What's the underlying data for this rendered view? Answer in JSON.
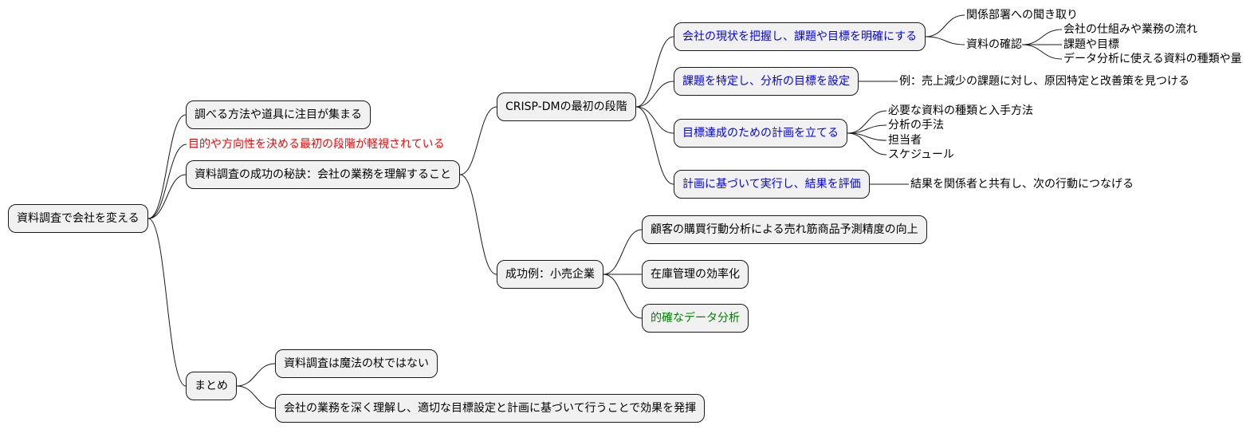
{
  "colors": {
    "default": "#000000",
    "blue": "#0000ff",
    "red": "#ff0000",
    "green": "#008000",
    "line": "#181818",
    "node_fill": "#f1f1f1"
  },
  "root": {
    "text": "資料調査で会社を変える"
  },
  "branches": {
    "focus_tools": {
      "text": "調べる方法や道具に注目が集まる"
    },
    "neglected": {
      "text": "目的や方向性を決める最初の段階が軽視されている",
      "color": "red"
    },
    "secret": {
      "text": "資料調査の成功の秘訣：会社の業務を理解すること"
    },
    "summary": {
      "text": "まとめ"
    }
  },
  "crisp": {
    "text": "CRISP-DMの最初の段階",
    "grasp": {
      "text": "会社の現状を把握し、課題や目標を明確にする",
      "color": "blue"
    },
    "hearing": {
      "text": "関係部署への聞き取り"
    },
    "check": {
      "text": "資料の確認"
    },
    "check_items": [
      "会社の仕組みや業務の流れ",
      "課題や目標",
      "データ分析に使える資料の種類や量"
    ],
    "identify": {
      "text": "課題を特定し、分析の目標を設定",
      "color": "blue"
    },
    "example": {
      "text": "例：売上減少の課題に対し、原因特定と改善策を見つける"
    },
    "plan": {
      "text": "目標達成のための計画を立てる",
      "color": "blue"
    },
    "plan_items": [
      "必要な資料の種類と入手方法",
      "分析の手法",
      "担当者",
      "スケジュール"
    ],
    "execute": {
      "text": "計画に基づいて実行し、結果を評価",
      "color": "blue"
    },
    "share": {
      "text": "結果を関係者と共有し、次の行動につなげる"
    }
  },
  "success": {
    "text": "成功例：小売企業",
    "items": [
      {
        "text": "顧客の購買行動分析による売れ筋商品予測精度の向上",
        "color": "default"
      },
      {
        "text": "在庫管理の効率化",
        "color": "default"
      },
      {
        "text": "的確なデータ分析",
        "color": "green"
      }
    ]
  },
  "summary_items": [
    {
      "text": "資料調査は魔法の杖ではない"
    },
    {
      "text": "会社の業務を深く理解し、適切な目標設定と計画に基づいて行うことで効果を発揮"
    }
  ]
}
